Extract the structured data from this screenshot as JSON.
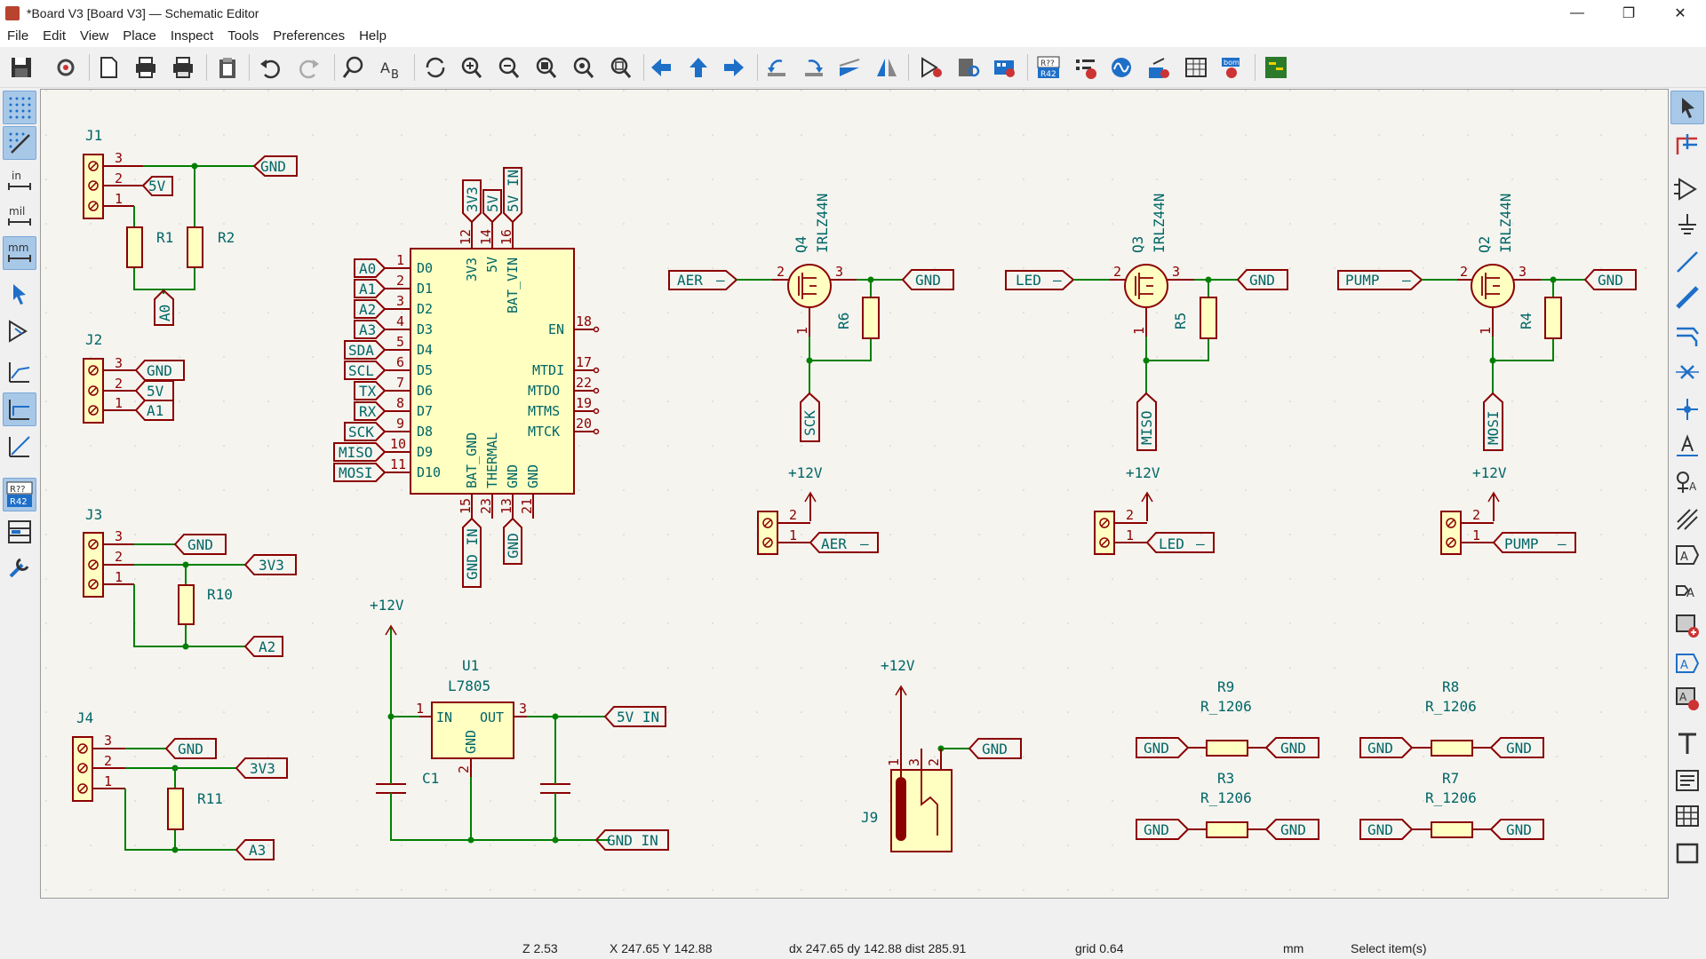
{
  "window": {
    "title": "*Board V3 [Board V3] — Schematic Editor",
    "minimize": "—",
    "maximize": "❐",
    "close": "✕"
  },
  "menu": [
    "File",
    "Edit",
    "View",
    "Place",
    "Inspect",
    "Tools",
    "Preferences",
    "Help"
  ],
  "toolbar_icons": [
    "save-icon",
    "schematic-setup-icon",
    "page-settings-icon",
    "print-icon",
    "plot-icon",
    "paste-icon",
    "undo-icon",
    "redo-icon",
    "find-icon",
    "find-replace-icon",
    "refresh-icon",
    "zoom-in-icon",
    "zoom-out-icon",
    "zoom-fit-icon",
    "zoom-objects-icon",
    "zoom-selection-icon",
    "navigate-back-icon",
    "navigate-up-icon",
    "navigate-forward-icon",
    "rotate-ccw-icon",
    "rotate-cw-icon",
    "mirror-vertical-icon",
    "mirror-horizontal-icon",
    "symbol-editor-icon",
    "symbol-browser-icon",
    "footprint-assignment-icon",
    "annotate-icon",
    "erc-icon",
    "simulator-icon",
    "netlist-icon",
    "bom-table-icon",
    "bom-generate-icon",
    "pcb-editor-icon"
  ],
  "left_tools": [
    "grid-dots-icon",
    "grid-overrides-icon",
    "units-inches-icon",
    "units-mils-icon",
    "units-mm-icon",
    "cursor-crosshair-icon",
    "hierarchy-navigator-icon",
    "line-mode-free-icon",
    "line-mode-90-icon",
    "line-mode-45-icon",
    "annotation-toggle-icon",
    "properties-panel-icon",
    "symbol-fields-icon"
  ],
  "left_labels": {
    "units_in": "in",
    "units_mil": "mil",
    "units_mm": "mm",
    "annot_top": "R??",
    "annot_bottom": "R42"
  },
  "right_tools": [
    "select-tool-icon",
    "highlight-net-icon",
    "add-symbol-icon",
    "add-power-icon",
    "add-wire-icon",
    "add-bus-icon",
    "add-bus-entry-icon",
    "no-connect-icon",
    "junction-icon",
    "net-label-icon",
    "net-class-directive-icon",
    "rule-area-icon",
    "global-label-icon",
    "hierarchical-label-icon",
    "hierarchical-sheet-icon",
    "import-sheet-pin-icon",
    "sync-sheet-pins-icon",
    "add-text-icon",
    "add-textbox-icon",
    "add-table-icon",
    "add-rectangle-icon"
  ],
  "status": {
    "zoom": "Z 2.53",
    "cursor": "X 247.65  Y 142.88",
    "delta": "dx 247.65  dy 142.88  dist 285.91",
    "grid": "grid 0.64",
    "units": "mm",
    "mode": "Select item(s)"
  },
  "schematic": {
    "labels": {
      "gnd": "GND",
      "v5": "5V",
      "v3v3": "3V3",
      "v5in": "5V IN",
      "gndin": "GND IN",
      "a0": "A0",
      "a1": "A1",
      "a2": "A2",
      "a3": "A3",
      "sda": "SDA",
      "scl": "SCL",
      "tx": "TX",
      "rx": "RX",
      "sck": "SCK",
      "miso": "MISO",
      "mosi": "MOSI",
      "aer": "AER",
      "led": "LED",
      "pump": "PUMP",
      "p12v": "+12V"
    },
    "refs": {
      "j1": "J1",
      "j2": "J2",
      "j3": "J3",
      "j4": "J4",
      "j9": "J9",
      "r1": "R1",
      "r2": "R2",
      "r10": "R10",
      "r11": "R11",
      "r4": "R4",
      "r5": "R5",
      "r6": "R6",
      "q2": "Q2",
      "q3": "Q3",
      "q4": "Q4",
      "mosfet": "IRLZ44N",
      "u1": "U1",
      "u1val": "L7805",
      "c1": "C1",
      "r9": "R9",
      "r8": "R8",
      "r3": "R3",
      "r7": "R7",
      "r1206": "R_1206"
    },
    "mcu": {
      "left_pins": [
        "D0",
        "D1",
        "D2",
        "D3",
        "D4",
        "D5",
        "D6",
        "D7",
        "D8",
        "D9",
        "D10"
      ],
      "left_nums": [
        "1",
        "2",
        "3",
        "4",
        "5",
        "6",
        "7",
        "8",
        "9",
        "10",
        "11"
      ],
      "right_pins": [
        "EN",
        "MTDI",
        "MTDO",
        "MTMS",
        "MTCK"
      ],
      "right_nums": [
        "18",
        "17",
        "22",
        "19",
        "20"
      ],
      "top_pins": [
        "3V3",
        "5V",
        "BAT_VIN"
      ],
      "top_nums": [
        "12",
        "14",
        "16"
      ],
      "bottom_pins": [
        "BAT_GND",
        "THERMAL",
        "GND",
        "GND"
      ],
      "bottom_nums": [
        "15",
        "23",
        "13",
        "21"
      ]
    },
    "reg": {
      "in": "IN",
      "out": "OUT",
      "gnd": "GND"
    },
    "pins": {
      "p1": "1",
      "p2": "2",
      "p3": "3"
    }
  }
}
